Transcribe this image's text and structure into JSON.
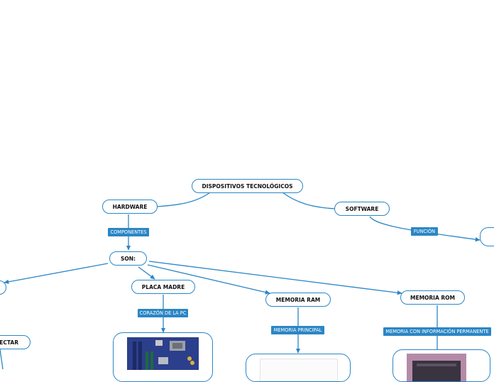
{
  "colors": {
    "line": "#2b86c5",
    "tag_bg": "#2b86c5",
    "tag_text": "#ffffff",
    "node_text": "#111111"
  },
  "root": {
    "label": "DISPOSITIVOS TECNOLÓGICOS"
  },
  "hardware": {
    "label": "HARDWARE",
    "link_label": "COMPONENTES"
  },
  "software": {
    "label": "SOFTWARE",
    "link_label": "FUNCIÓN"
  },
  "son": {
    "label": "SON:"
  },
  "branches": {
    "placa_madre": {
      "label": "PLACA MADRE",
      "link_label": "CORAZÓN DE LA PC",
      "image_icon": "motherboard-image"
    },
    "memoria_ram": {
      "label": "MEMORIA RAM",
      "link_label": "MEMORIA PRINCIPAL",
      "image_icon": "ram-image"
    },
    "memoria_rom": {
      "label": "MEMORIA ROM",
      "link_label": "MEMORIA CON INFORMACIÓN PERMANENTE",
      "image_icon": "rom-chip-image"
    },
    "partial_left_label": "ECTAR"
  }
}
